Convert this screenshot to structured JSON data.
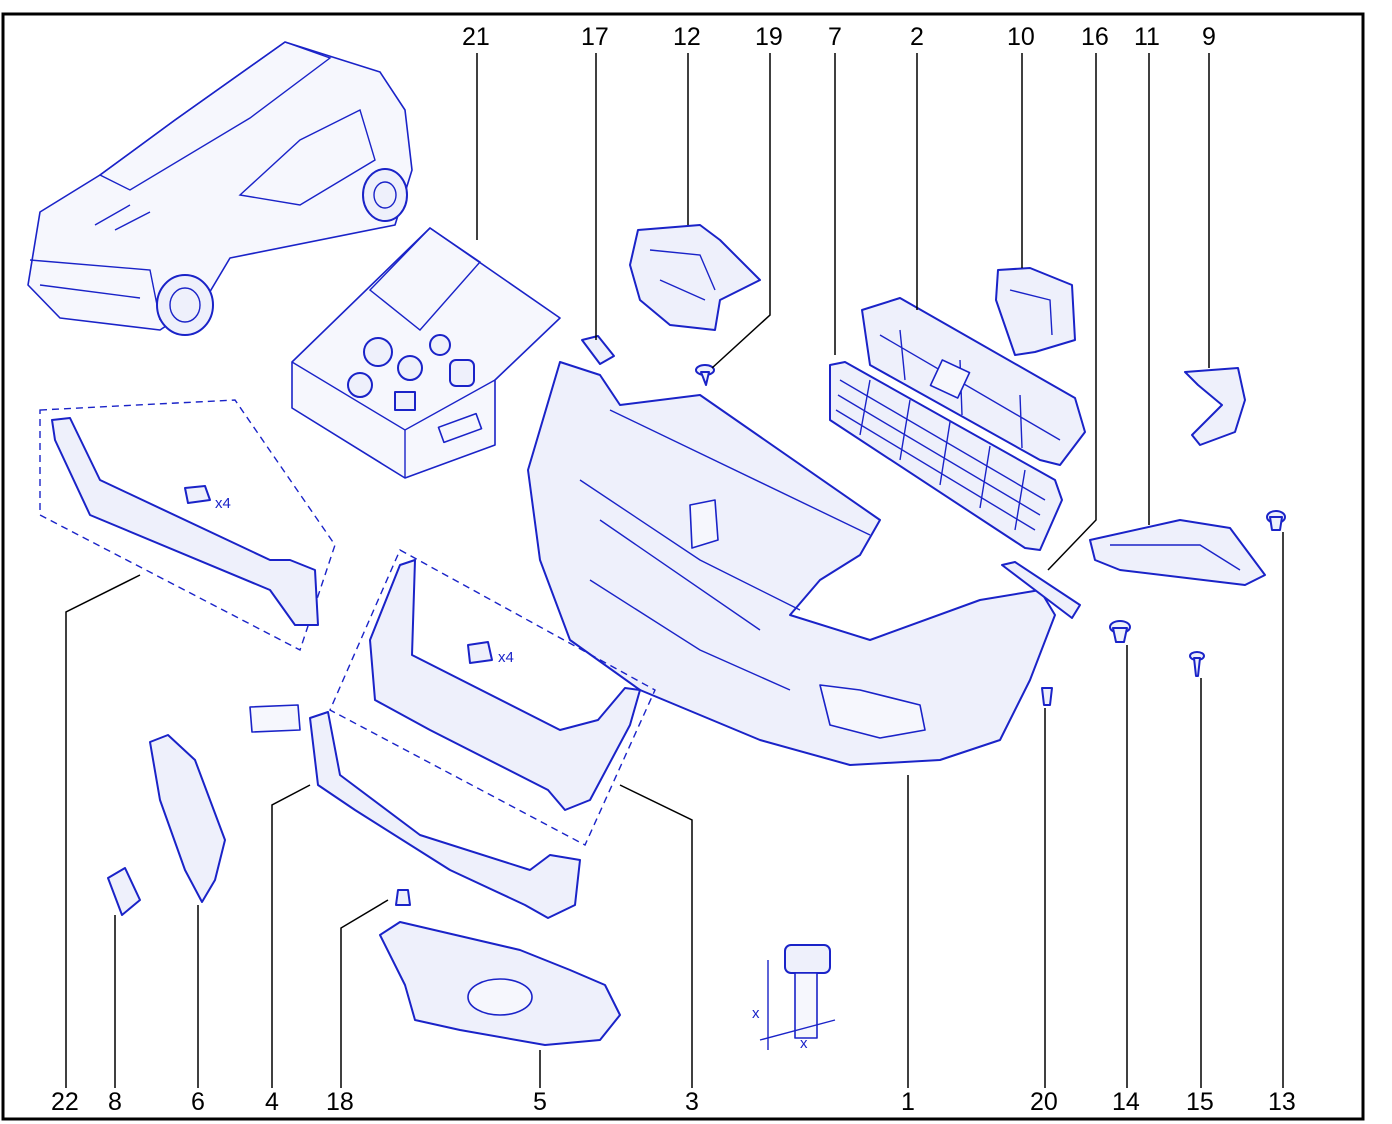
{
  "callouts": {
    "top": [
      "21",
      "17",
      "12",
      "19",
      "7",
      "2",
      "10",
      "16",
      "11",
      "9"
    ],
    "bottom": [
      "22",
      "8",
      "6",
      "4",
      "18",
      "5",
      "3",
      "1",
      "20",
      "14",
      "15",
      "13"
    ]
  },
  "annotations": {
    "qty_22": "x4",
    "qty_3": "x4",
    "dim_x_vertical": "x",
    "dim_x_horizontal": "x"
  },
  "colors": {
    "line": "#1a23c8",
    "fill": "#eef0fb",
    "frame": "#000000"
  }
}
